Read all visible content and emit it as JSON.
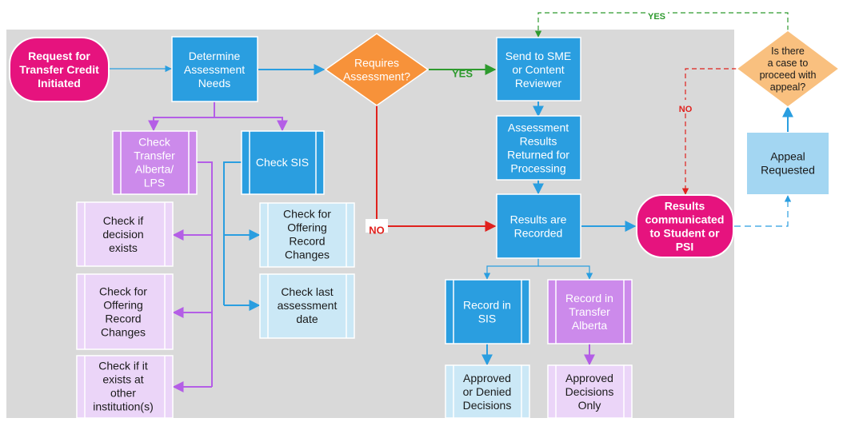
{
  "colors": {
    "panel_bg": "#d9d9d9",
    "magenta": "#e6137e",
    "blue": "#2a9ee0",
    "orange": "#f7923a",
    "purple_dark": "#cc8aeb",
    "purple_light": "#ebd5f8",
    "light_blue": "#cbe8f6",
    "appeal_blue": "#a3d6f2",
    "arrow_blue": "#2a9ee0",
    "arrow_purple": "#b45ee6",
    "yes_green": "#2e9a2e",
    "no_red": "#e0211d"
  },
  "nodes": {
    "request": "Request for\nTransfer Credit\nInitiated",
    "determine": "Determine\nAssessment\nNeeds",
    "requires": "Requires\nAssessment?",
    "send_sme": "Send to SME\nor Content\nReviewer",
    "assessment_results": "Assessment\nResults\nReturned for\nProcessing",
    "results_recorded": "Results are\nRecorded",
    "results_communicated": "Results\ncommunicated\nto Student or\nPSI",
    "appeal_requested": "Appeal\nRequested",
    "appeal_case": "Is there\na case to\nproceed with\nappeal?",
    "check_ta_lps": "Check\nTransfer\nAlberta/\nLPS",
    "check_sis": "Check SIS",
    "check_decision": "Check if\ndecision\nexists",
    "check_offering_purple": "Check for\nOffering\nRecord\nChanges",
    "check_other_inst": "Check if it\nexists at\nother\ninstitution(s)",
    "check_offering_blue": "Check for\nOffering\nRecord\nChanges",
    "check_last_date": "Check last\nassessment\ndate",
    "record_sis": "Record in\nSIS",
    "record_ta": "Record in\nTransfer\nAlberta",
    "approved_denied": "Approved\nor Denied\nDecisions",
    "approved_only": "Approved\nDecisions\nOnly"
  },
  "edge_labels": {
    "yes_requires": "YES",
    "no_requires": "NO",
    "yes_appeal": "YES",
    "no_appeal": "NO"
  }
}
